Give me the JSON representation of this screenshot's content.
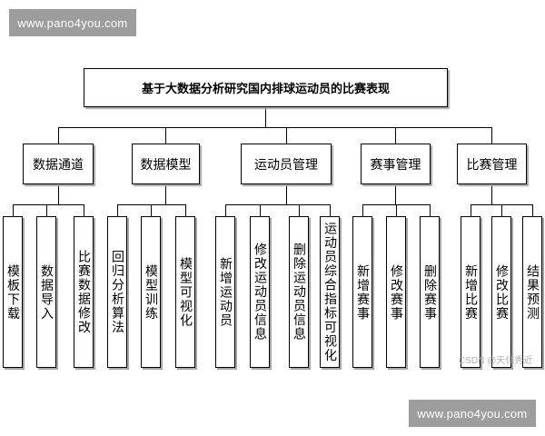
{
  "title": "基于大数据分析研究国内排球运动员的比赛表现",
  "categories": [
    {
      "label": "数据通道",
      "children": [
        "模板下载",
        "数据导入",
        "比赛数据修改"
      ]
    },
    {
      "label": "数据模型",
      "children": [
        "回归分析算法",
        "模型训练",
        "模型可视化"
      ]
    },
    {
      "label": "运动员管理",
      "children": [
        "新增运动员",
        "修改运动员信息",
        "删除运动员信息",
        "运动员综合指标可视化"
      ]
    },
    {
      "label": "赛事管理",
      "children": [
        "新增赛事",
        "修改赛事",
        "删除赛事"
      ]
    },
    {
      "label": "比赛管理",
      "children": [
        "新增比赛",
        "修改比赛",
        "结果预测"
      ]
    }
  ],
  "watermarks": {
    "top_left": "www.pano4you.com",
    "bottom_right": "www.pano4you.com",
    "csdn_credit": "CSDN @天优秀近"
  },
  "colors": {
    "line": "#000000",
    "box_border": "#000000",
    "shadow": "#a6a6a6",
    "watermark_bg": "#9d9d9d",
    "watermark_text": "#ffffff",
    "csdn_text": "#b2b2b2",
    "background": "#ffffff"
  }
}
